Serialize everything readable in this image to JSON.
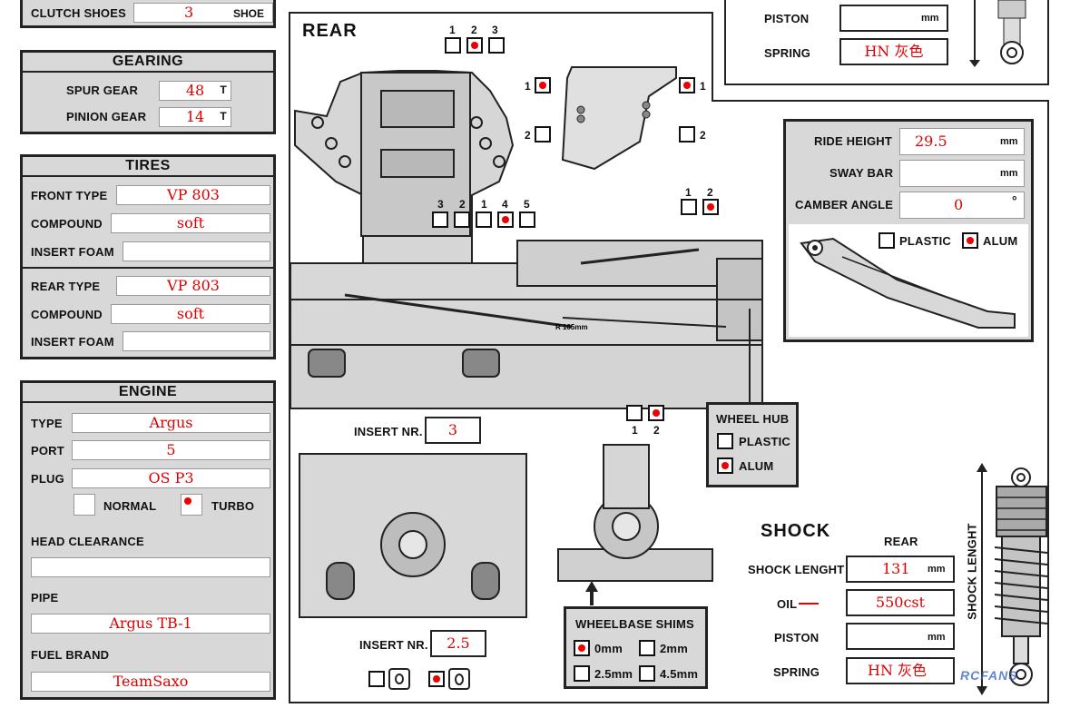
{
  "clutch": {
    "label": "CLUTCH SHOES",
    "value": "3",
    "unit": "SHOE"
  },
  "gearing": {
    "title": "GEARING",
    "spur_label": "SPUR GEAR",
    "spur_value": "48",
    "spur_unit": "T",
    "pinion_label": "PINION GEAR",
    "pinion_value": "14",
    "pinion_unit": "T"
  },
  "tires": {
    "title": "TIRES",
    "front_type_label": "FRONT TYPE",
    "front_type": "VP 803",
    "front_compound_label": "COMPOUND",
    "front_compound": "soft",
    "front_insert_label": "INSERT FOAM",
    "front_insert": "",
    "rear_type_label": "REAR TYPE",
    "rear_type": "VP 803",
    "rear_compound_label": "COMPOUND",
    "rear_compound": "soft",
    "rear_insert_label": "INSERT FOAM",
    "rear_insert": ""
  },
  "engine": {
    "title": "ENGINE",
    "type_label": "TYPE",
    "type": "Argus",
    "port_label": "PORT",
    "port": "5",
    "plug_label": "PLUG",
    "plug": "OS P3",
    "normal_label": "NORMAL",
    "turbo_label": "TURBO",
    "head_label": "HEAD CLEARANCE",
    "head": "",
    "pipe_label": "PIPE",
    "pipe": "Argus TB-1",
    "fuel_label": "FUEL BRAND",
    "fuel": "TeamSaxo"
  },
  "rear": {
    "title": "REAR",
    "insert_label": "INSERT NR.",
    "insert_top": "3",
    "insert_bottom": "2.5",
    "r_label": "R 105mm",
    "hole_nums_top": [
      "1",
      "2",
      "3"
    ],
    "hole_nums_mid": [
      "3",
      "2",
      "1",
      "4",
      "5"
    ],
    "hole_nums_right": [
      "1",
      "2"
    ],
    "hole_nums_low": [
      "1",
      "2"
    ],
    "bracket_nums": [
      "1",
      "1",
      "2",
      "2"
    ]
  },
  "top_shock": {
    "piston_label": "PISTON",
    "piston_unit": "mm",
    "spring_label": "SPRING",
    "spring": "HN 灰色"
  },
  "ride": {
    "ride_label": "RIDE HEIGHT",
    "ride": "29.5",
    "ride_unit": "mm",
    "sway_label": "SWAY BAR",
    "sway": "",
    "sway_unit": "mm",
    "camber_label": "CAMBER ANGLE",
    "camber": "0",
    "camber_unit": "°",
    "plastic_label": "PLASTIC",
    "alum_label": "ALUM"
  },
  "hub": {
    "title": "WHEEL HUB",
    "plastic_label": "PLASTIC",
    "alum_label": "ALUM"
  },
  "shims": {
    "title": "WHEELBASE SHIMS",
    "o1": "0mm",
    "o2": "2mm",
    "o3": "2.5mm",
    "o4": "4.5mm"
  },
  "shock": {
    "title": "SHOCK",
    "col": "REAR",
    "length_label": "SHOCK LENGHT",
    "length": "131",
    "length_unit": "mm",
    "oil_label": "OIL",
    "oil": "550cst",
    "piston_label": "PISTON",
    "piston_unit": "mm",
    "spring_label": "SPRING",
    "spring": "HN 灰色",
    "side_label": "SHOCK LENGHT"
  },
  "watermark": "RCFANS"
}
